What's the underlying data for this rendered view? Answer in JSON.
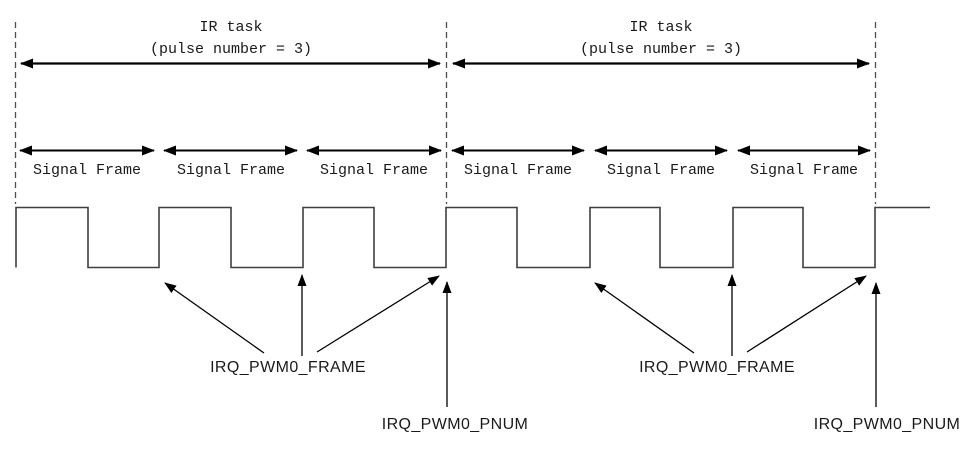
{
  "diagram": {
    "tasks": [
      {
        "title": "IR task",
        "subtitle": "(pulse number = 3)",
        "frames": [
          "Signal Frame",
          "Signal Frame",
          "Signal Frame"
        ]
      },
      {
        "title": "IR task",
        "subtitle": "(pulse number = 3)",
        "frames": [
          "Signal Frame",
          "Signal Frame",
          "Signal Frame"
        ]
      }
    ],
    "pulse_number": 3,
    "irq_labels": {
      "frame": "IRQ_PWM0_FRAME",
      "pnum": "IRQ_PWM0_PNUM"
    },
    "colors": {
      "line": "#000000",
      "waveform": "#3f3f3f",
      "dashed_boundary": "#4d4d4d",
      "text": "#1a1a1a",
      "background": "#ffffff"
    }
  }
}
